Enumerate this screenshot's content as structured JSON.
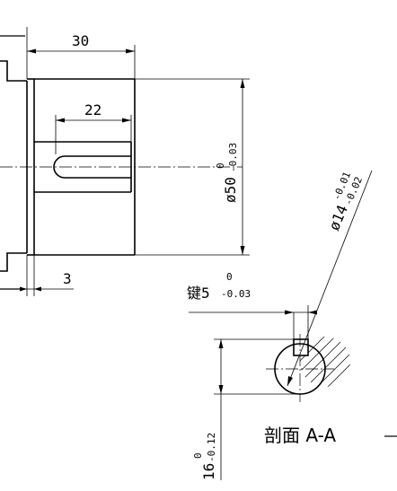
{
  "drawing": {
    "dimensions": {
      "flange_length": "30",
      "keyway_length": "22",
      "flange_thickness": "3",
      "shaft_diameter": {
        "nominal": "ø50",
        "upper": "0",
        "lower": "-0.03"
      },
      "section_diameter": {
        "nominal": "ø14",
        "upper": "-0.01",
        "lower": "-0.02"
      },
      "key_width": {
        "nominal": "键5",
        "upper": "0",
        "lower": "-0.03"
      },
      "key_depth": {
        "nominal": "16",
        "upper": "0",
        "lower": "-0.12"
      }
    },
    "section_label": "剖面 A-A"
  }
}
